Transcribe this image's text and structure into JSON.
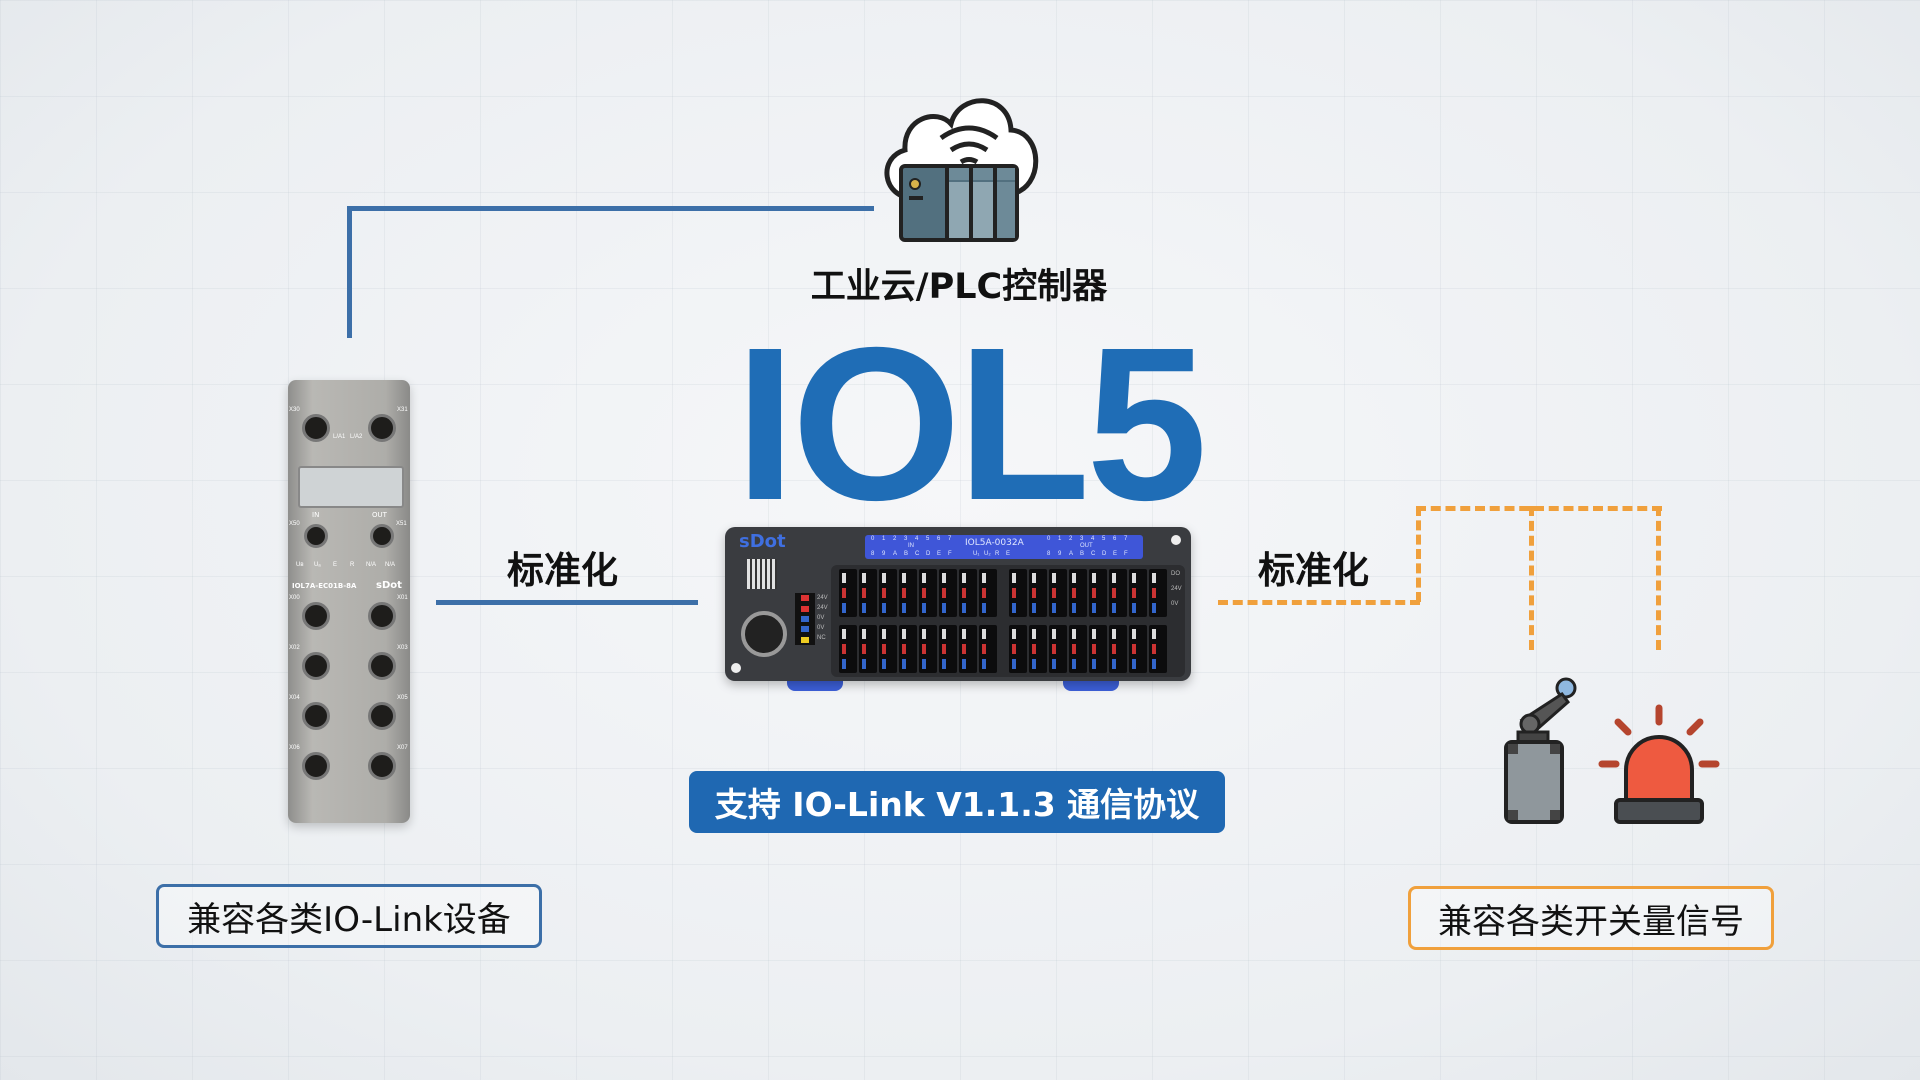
{
  "top": {
    "label": "工业云/PLC控制器",
    "icon": "cloud-server-icon"
  },
  "title": "IOL5",
  "left_link_label": "标准化",
  "right_link_label": "标准化",
  "badge": "支持 IO-Link V1.1.3 通信协议",
  "left_box": "兼容各类IO-Link设备",
  "right_box": "兼容各类开关量信号",
  "center_device": {
    "brand": "sDot",
    "model": "IOL5A-0032A",
    "top_numbers": [
      "0",
      "1",
      "2",
      "3",
      "4",
      "5",
      "6",
      "7"
    ],
    "bottom_letters": [
      "8",
      "9",
      "A",
      "B",
      "C",
      "D",
      "E",
      "F"
    ],
    "in_label": "IN",
    "out_label": "OUT",
    "status_leds": [
      "U₁",
      "U₂",
      "R",
      "E"
    ],
    "row_labels": [
      "DO",
      "24V",
      "0V"
    ],
    "power_labels": [
      "24V",
      "24V",
      "0V",
      "0V",
      "NC"
    ]
  },
  "left_device": {
    "model": "IOL7A-EC01B-8A",
    "brand": "sDot",
    "ports_top": [
      "X30",
      "X31"
    ],
    "leds_top": [
      "L/A1",
      "L/A2"
    ],
    "in_label": "IN",
    "out_label": "OUT",
    "ports_mid": [
      "X50",
      "X51"
    ],
    "status_leds": [
      "Uʙ",
      "Uₐ",
      "E",
      "R",
      "N/A",
      "N/A"
    ],
    "io_ports": [
      "X00",
      "X01",
      "X02",
      "X03",
      "X04",
      "X05",
      "X06",
      "X07"
    ]
  },
  "colors": {
    "blue": "#3c6fa8",
    "title_blue": "#1f6db6",
    "orange": "#f0a03c",
    "badge": "#1f68b2"
  }
}
